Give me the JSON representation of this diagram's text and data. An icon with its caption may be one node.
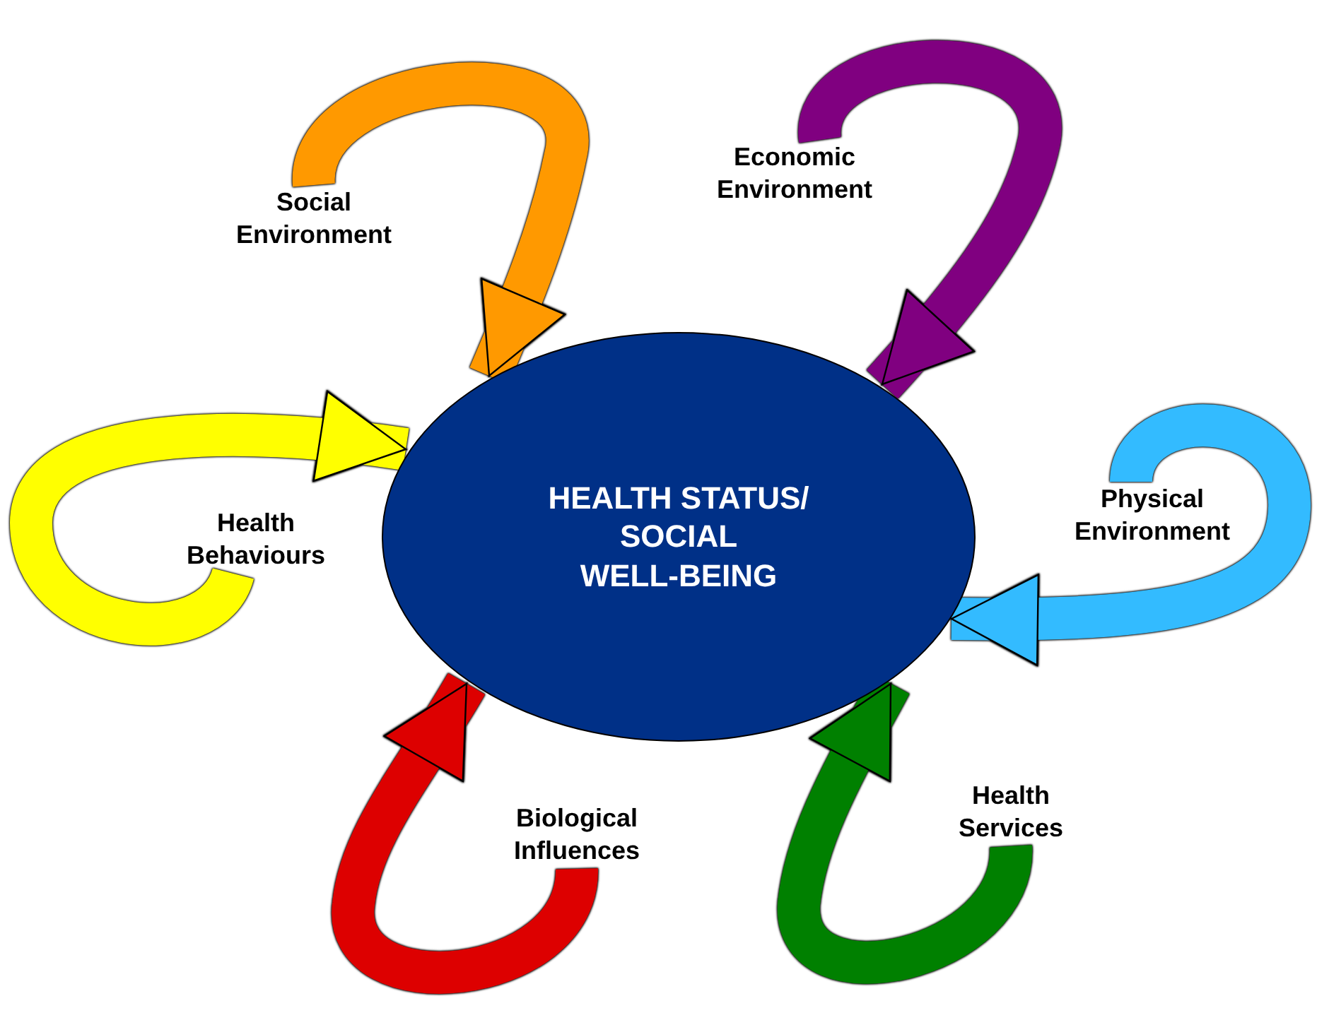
{
  "diagram": {
    "nodes": [
      {
        "text": [
          "HEALTH STATUS/ SOCIAL WELL-BEING"
        ]
      },
      {
        "text": [
          "Social Environment"
        ]
      },
      {
        "text": [
          "Economic Environment"
        ]
      },
      {
        "text": [
          "Health Behaviours"
        ]
      },
      {
        "text": [
          "Physical Environment"
        ]
      },
      {
        "text": [
          "Biological Influences"
        ]
      },
      {
        "text": [
          "Health Services"
        ]
      }
    ],
    "edges": [
      {
        "from": 1,
        "to": 0,
        "arrow": "to",
        "color": "#ff9900"
      },
      {
        "from": 2,
        "to": 0,
        "arrow": "to",
        "color": "#800080"
      },
      {
        "from": 3,
        "to": 0,
        "arrow": "to",
        "color": "#ffff00"
      },
      {
        "from": 4,
        "to": 0,
        "arrow": "to",
        "color": "#33bbff"
      },
      {
        "from": 5,
        "to": 0,
        "arrow": "to",
        "color": "#dd0000"
      },
      {
        "from": 6,
        "to": 0,
        "arrow": "to",
        "color": "#008000"
      }
    ]
  }
}
